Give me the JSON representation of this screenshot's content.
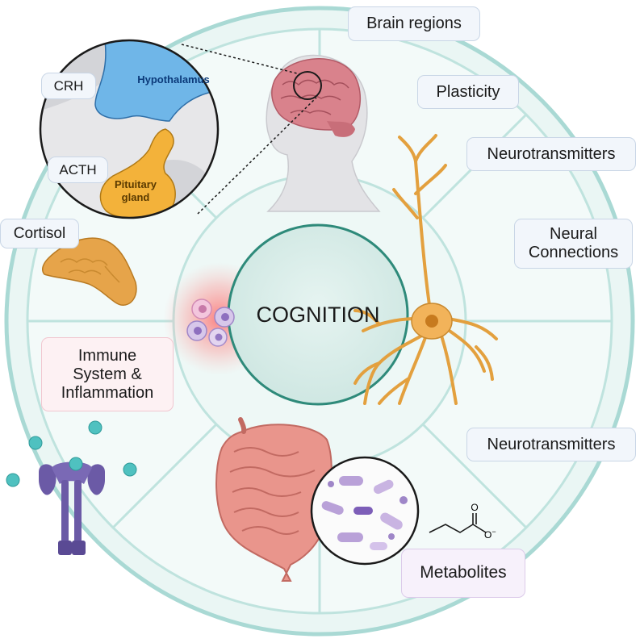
{
  "center": {
    "label": "COGNITION"
  },
  "hpa_axis": {
    "hypothalamus_label": "Hypothalamus",
    "pituitary_label_line1": "Pituitary",
    "pituitary_label_line2": "gland",
    "crh_label": "CRH",
    "acth_label": "ACTH",
    "cortisol_label": "Cortisol"
  },
  "labels": {
    "brain_regions": "Brain regions",
    "plasticity": "Plasticity",
    "neurotransmitters_top": "Neurotransmitters",
    "neural_connections_line1": "Neural",
    "neural_connections_line2": "Connections",
    "neurotransmitters_bottom": "Neurotransmitters",
    "metabolites": "Metabolites",
    "immune_line1": "Immune",
    "immune_line2": "System &",
    "immune_line3": "Inflammation"
  },
  "molecule": {
    "charge": "O",
    "charge_sign": "−",
    "oxygen": "O"
  },
  "colors": {
    "ring": "#cfe9e6",
    "ring_border": "#a9d9d4",
    "core_fill": "#cfe8e3",
    "core_border": "#2e8a7a",
    "hypothalamus": "#6fb6e8",
    "pituitary": "#f3b23a",
    "neuron": "#f2b35a",
    "gut": "#e9958c",
    "receptor": "#6b5aa6",
    "cytokine": "#4fc1c0"
  }
}
